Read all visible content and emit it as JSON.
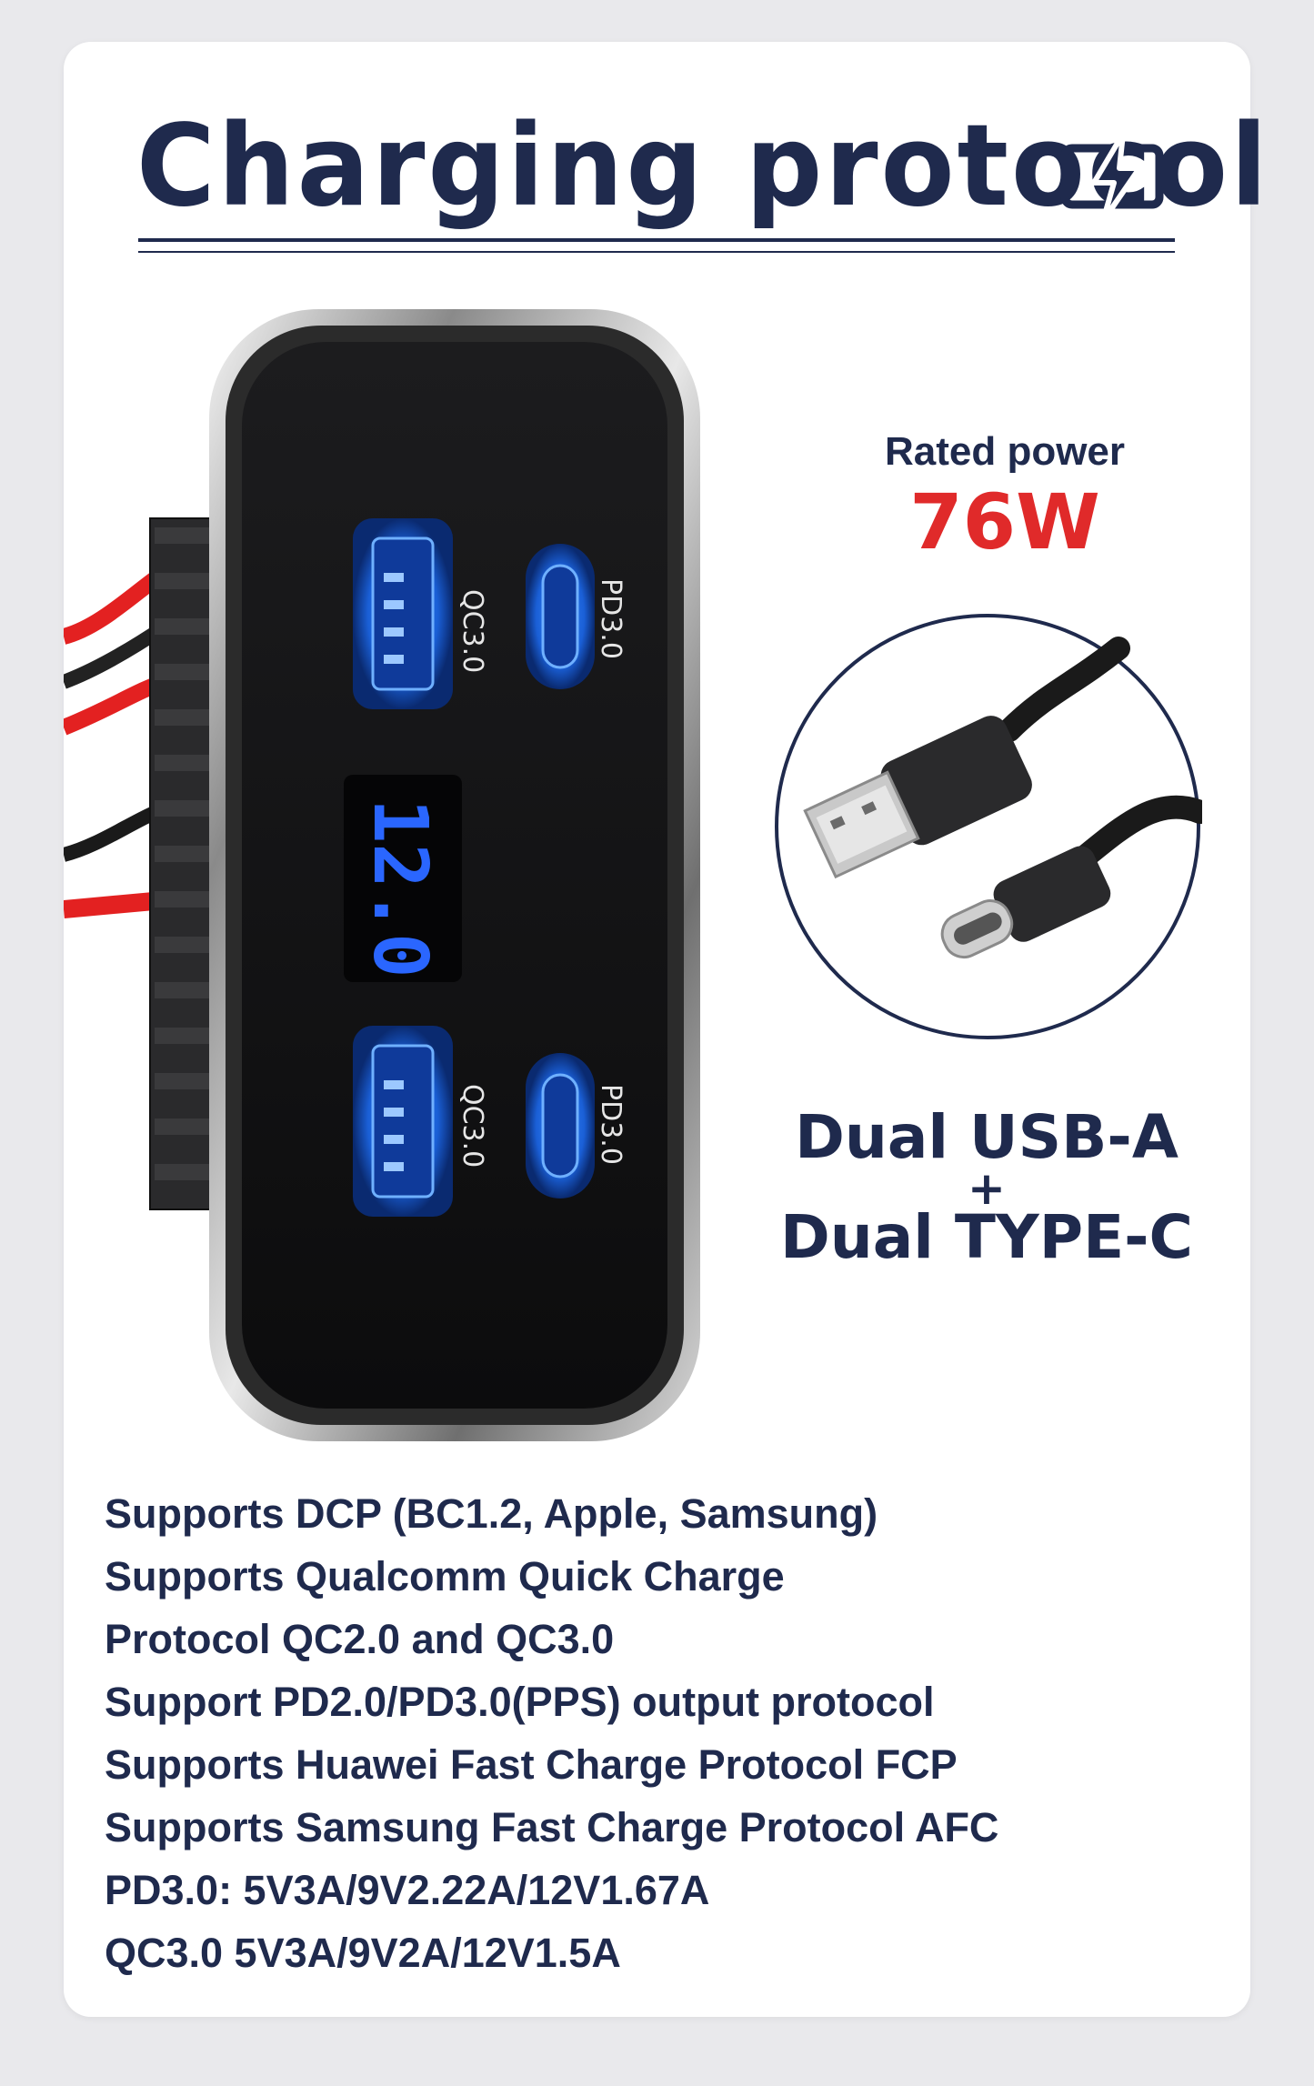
{
  "title": "Charging protocol",
  "rated": {
    "label": "Rated power",
    "value": "76W"
  },
  "device": {
    "port_labels": [
      "QC3.0",
      "PD3.0",
      "QC3.0",
      "PD3.0"
    ],
    "display_value": "12.0"
  },
  "ports_text": {
    "line1": "Dual USB-A",
    "plus": "+",
    "line2": "Dual TYPE-C"
  },
  "features": [
    "Supports DCP (BC1.2, Apple, Samsung)",
    "Supports Qualcomm Quick Charge",
    "Protocol QC2.0 and QC3.0",
    "Support PD2.0/PD3.0(PPS) output protocol",
    "Supports Huawei Fast Charge Protocol FCP",
    "Supports Samsung Fast Charge Protocol AFC",
    "PD3.0: 5V3A/9V2.22A/12V1.67A",
    "QC3.0 5V3A/9V2A/12V1.5A"
  ],
  "colors": {
    "navy": "#1f2a4d",
    "red": "#e02a2a",
    "usb_blue": "#1f6fe8",
    "display_blue": "#2a66ff"
  },
  "icons": [
    "battery-charging-icon",
    "usb-cable-image"
  ]
}
